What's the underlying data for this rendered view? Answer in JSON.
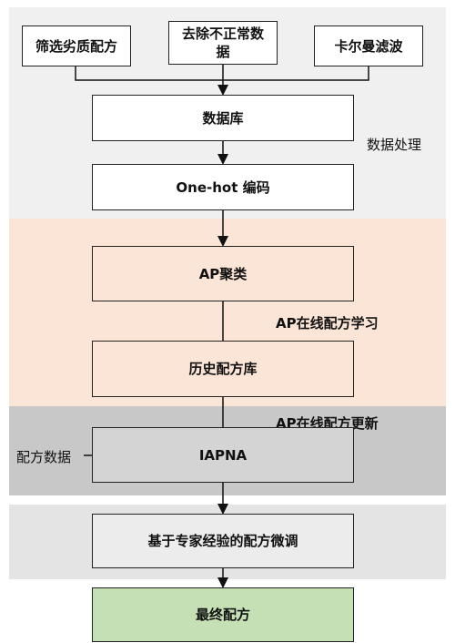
{
  "sources": {
    "filter_bad": "筛选劣质配方",
    "remove_abnormal": "去除不正常数\n据",
    "kalman": "卡尔曼滤波"
  },
  "processing": {
    "database": "数据库",
    "onehot": "One-hot 编码",
    "section_label": "数据处理"
  },
  "online_learning": {
    "clustering": "AP聚类",
    "history": "历史配方库",
    "section_label": "AP在线配方学习"
  },
  "online_update": {
    "section_label": "AP在线配方更新",
    "iapna": "IAPNA",
    "input_label": "配方数据"
  },
  "fine_tune": {
    "box": "基于专家经验的配方微调"
  },
  "final": {
    "box": "最终配方"
  },
  "colors": {
    "processing_band": "#f0f0f0",
    "learning_band": "#fbe5d6",
    "update_band": "#c8c8c8",
    "finetune_band": "#e4e4e4",
    "learning_box": "#fbe5d6",
    "iapna_box": "#d4d4d4",
    "final_box": "#c5e0b4"
  }
}
